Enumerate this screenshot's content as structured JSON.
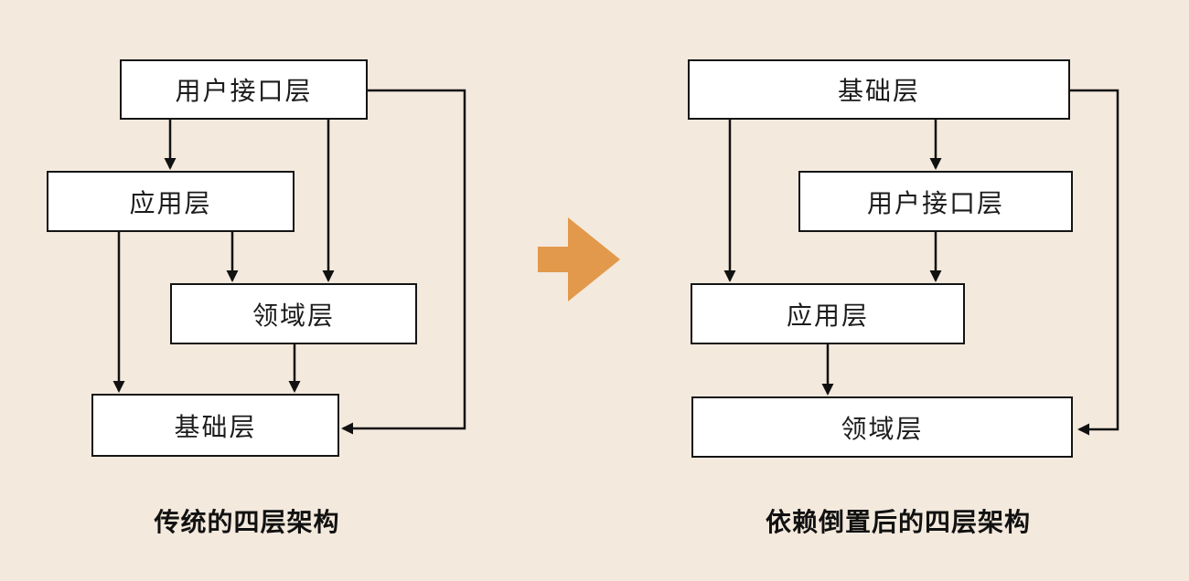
{
  "colors": {
    "background": "#F3E9DD",
    "box_fill": "#FFFFFF",
    "box_border": "#141414",
    "arrow": "#111111",
    "transform_arrow": "#E2994B",
    "text": "#1c1c1c"
  },
  "left_diagram": {
    "caption": "传统的四层架构",
    "boxes": [
      {
        "label": "用户接口层"
      },
      {
        "label": "应用层"
      },
      {
        "label": "领域层"
      },
      {
        "label": "基础层"
      }
    ]
  },
  "right_diagram": {
    "caption": "依赖倒置后的四层架构",
    "boxes": [
      {
        "label": "基础层"
      },
      {
        "label": "用户接口层"
      },
      {
        "label": "应用层"
      },
      {
        "label": "领域层"
      }
    ]
  },
  "icons": {
    "transform_arrow": "right-block-arrow"
  }
}
